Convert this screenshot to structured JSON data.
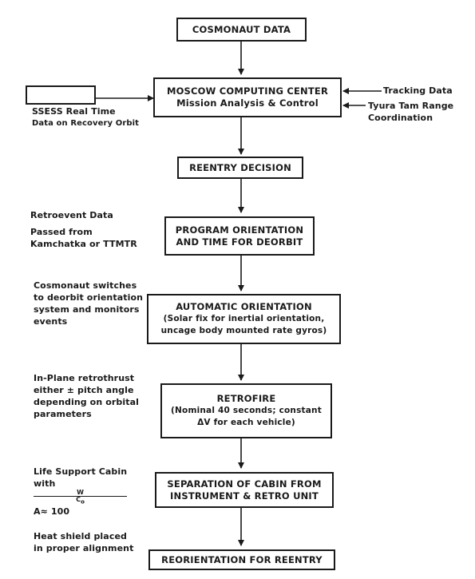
{
  "boxes": {
    "cosmonaut_data": [
      "COSMONAUT DATA"
    ],
    "moscow": [
      "MOSCOW COMPUTING CENTER",
      "Mission Analysis & Control"
    ],
    "reentry_decision": [
      "REENTRY DECISION"
    ],
    "program_orientation": [
      "PROGRAM ORIENTATION",
      "AND TIME FOR DEORBIT"
    ],
    "automatic_orientation": [
      "AUTOMATIC ORIENTATION",
      "(Solar fix for inertial orientation,",
      "uncage body mounted rate gyros)"
    ],
    "retrofire": [
      "RETROFIRE",
      "(Nominal 40 seconds; constant",
      "ΔV for each vehicle)"
    ],
    "separation": [
      "SEPARATION OF CABIN FROM",
      "INSTRUMENT & RETRO UNIT"
    ],
    "reorientation": [
      "REORIENTATION FOR REENTRY"
    ]
  },
  "inputs": {
    "tracking": "Tracking Data",
    "tyura_tam": [
      "Tyura Tam Range",
      "Coordination"
    ],
    "ssess": [
      "SSESS Real Time",
      "Data on Recovery Orbit"
    ]
  },
  "notes": {
    "retroevent": [
      "Retroevent Data",
      "Passed from",
      "Kamchatka or TTMTR"
    ],
    "cosmonaut_switches": [
      "Cosmonaut switches",
      "to deorbit orientation",
      "system and monitors",
      "events"
    ],
    "in_plane": [
      "In-Plane retrothrust",
      "either ± pitch angle",
      "depending on orbital",
      "parameters"
    ],
    "life_support": {
      "line1": "Life Support Cabin",
      "line2_prefix": "with",
      "frac_num": "W",
      "frac_den": "C",
      "sub": "o",
      "after": "A≈ 100"
    },
    "heat_shield": [
      "Heat shield placed",
      "in proper alignment"
    ]
  }
}
